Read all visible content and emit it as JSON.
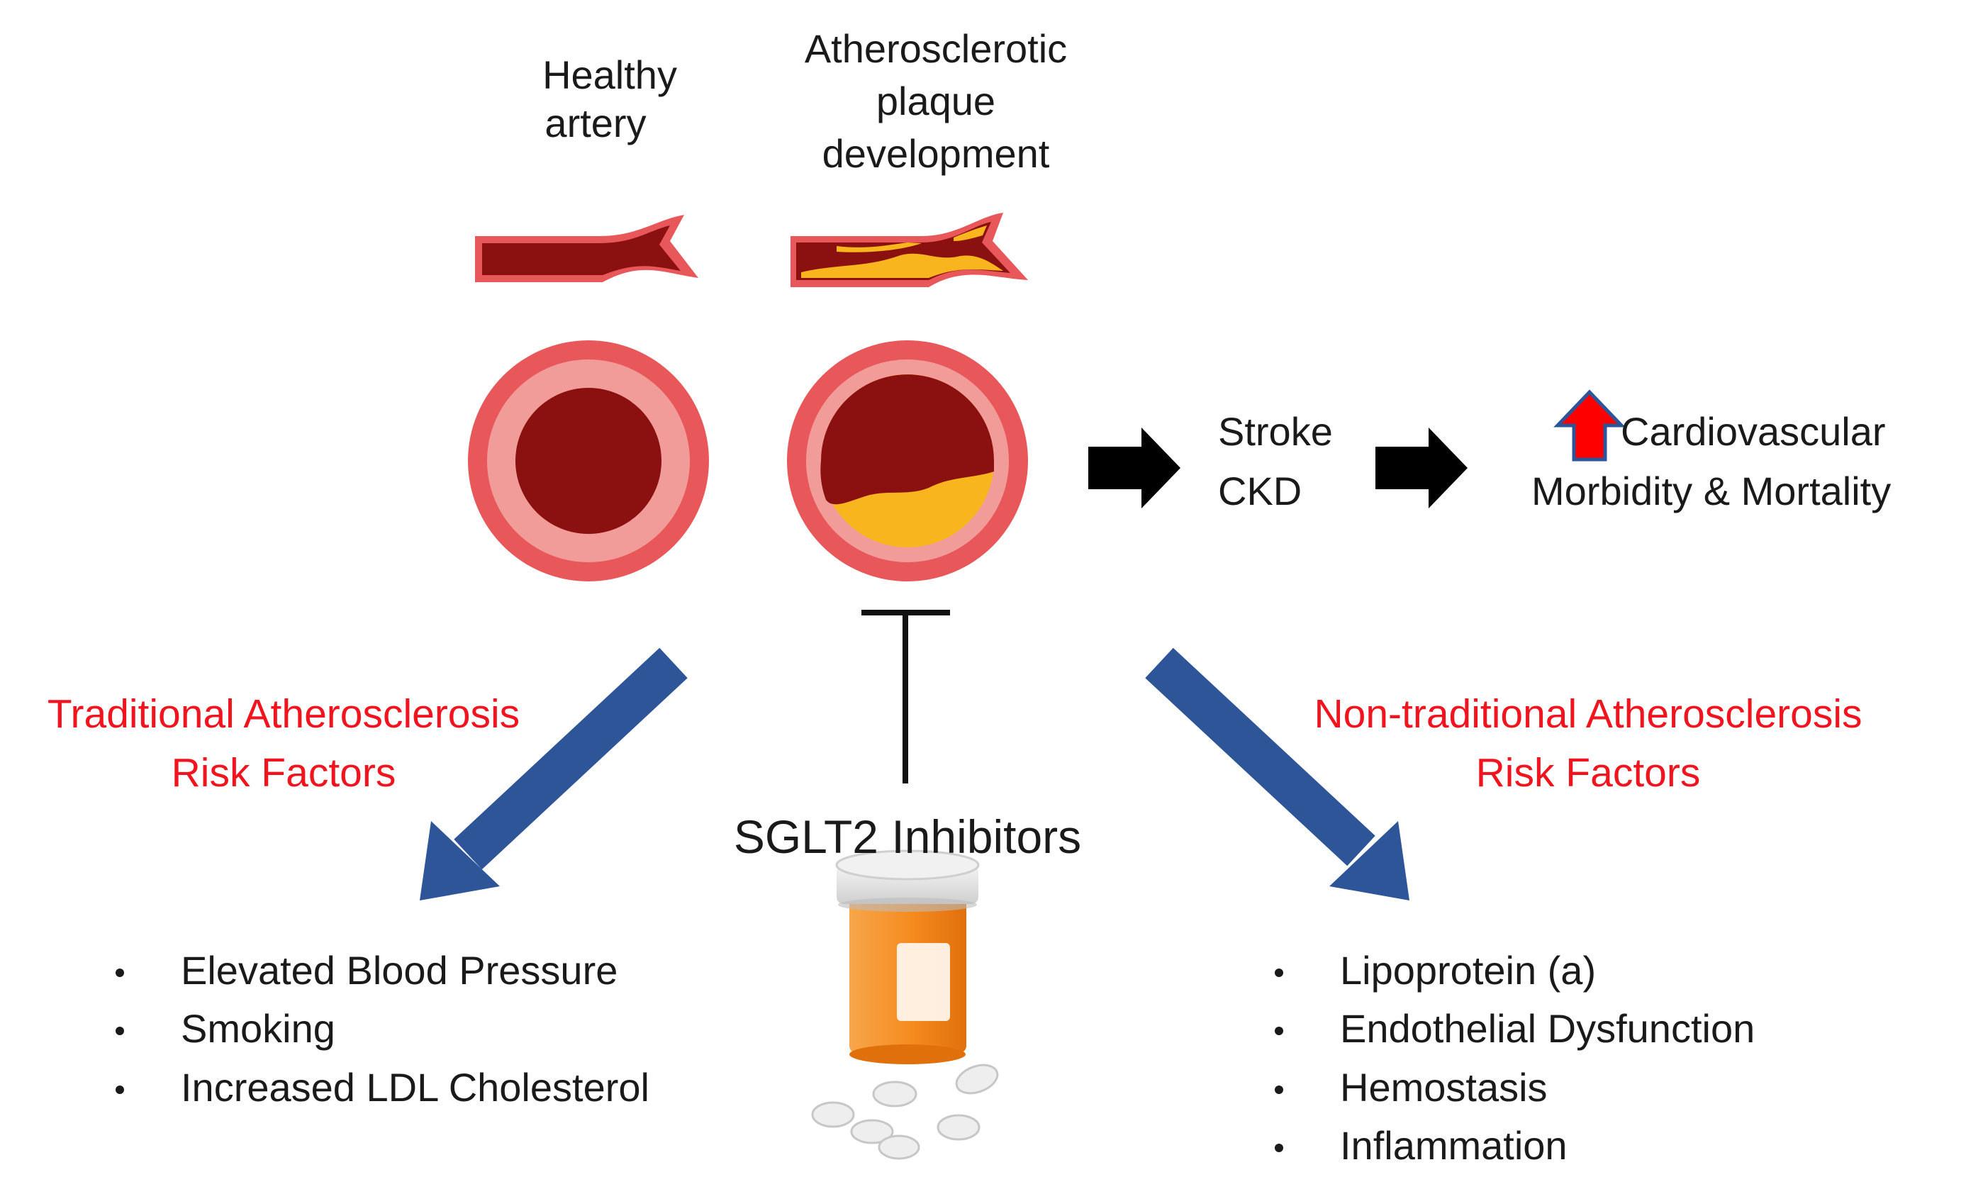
{
  "headers": {
    "healthy": [
      "Healthy",
      "artery"
    ],
    "plaque": [
      "Atherosclerotic",
      "plaque",
      "development"
    ]
  },
  "outcome": {
    "conditions": [
      "Stroke",
      "CKD"
    ],
    "result": [
      "Cardiovascular",
      "Morbidity & Mortality"
    ]
  },
  "traditional": {
    "title": [
      "Traditional Atherosclerosis",
      "Risk Factors"
    ],
    "items": [
      "Elevated Blood Pressure",
      "Smoking",
      "Increased LDL Cholesterol"
    ]
  },
  "nontraditional": {
    "title": [
      "Non-traditional Atherosclerosis",
      "Risk Factors"
    ],
    "items": [
      "Lipoprotein (a)",
      "Endothelial Dysfunction",
      "Hemostasis",
      "Inflammation"
    ]
  },
  "drug": {
    "label": "SGLT2 Inhibitors"
  },
  "colors": {
    "risk_title": "#f0141e",
    "arrow_blue": "#2e5597",
    "up_arrow": "#ff0000",
    "artery_outer": "#e8575a",
    "artery_inner": "#f29c9a",
    "lumen": "#8b1010",
    "plaque": "#f9b51d",
    "pill_bottle": "#f58a1f"
  }
}
